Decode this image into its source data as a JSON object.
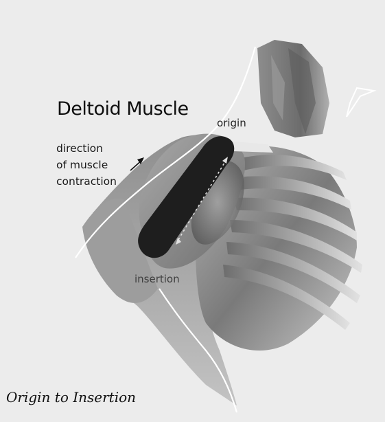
{
  "diagram": {
    "title": "Deltoid Muscle",
    "direction_label": [
      "direction",
      "of muscle",
      "contraction"
    ],
    "origin_label": "origin",
    "insertion_label": "insertion",
    "caption": "Origin to Insertion"
  },
  "colors": {
    "background": "#ececec",
    "muscle": "#1e1e1e",
    "body_shading": "#8a8a8a",
    "outline": "#ffffff"
  }
}
